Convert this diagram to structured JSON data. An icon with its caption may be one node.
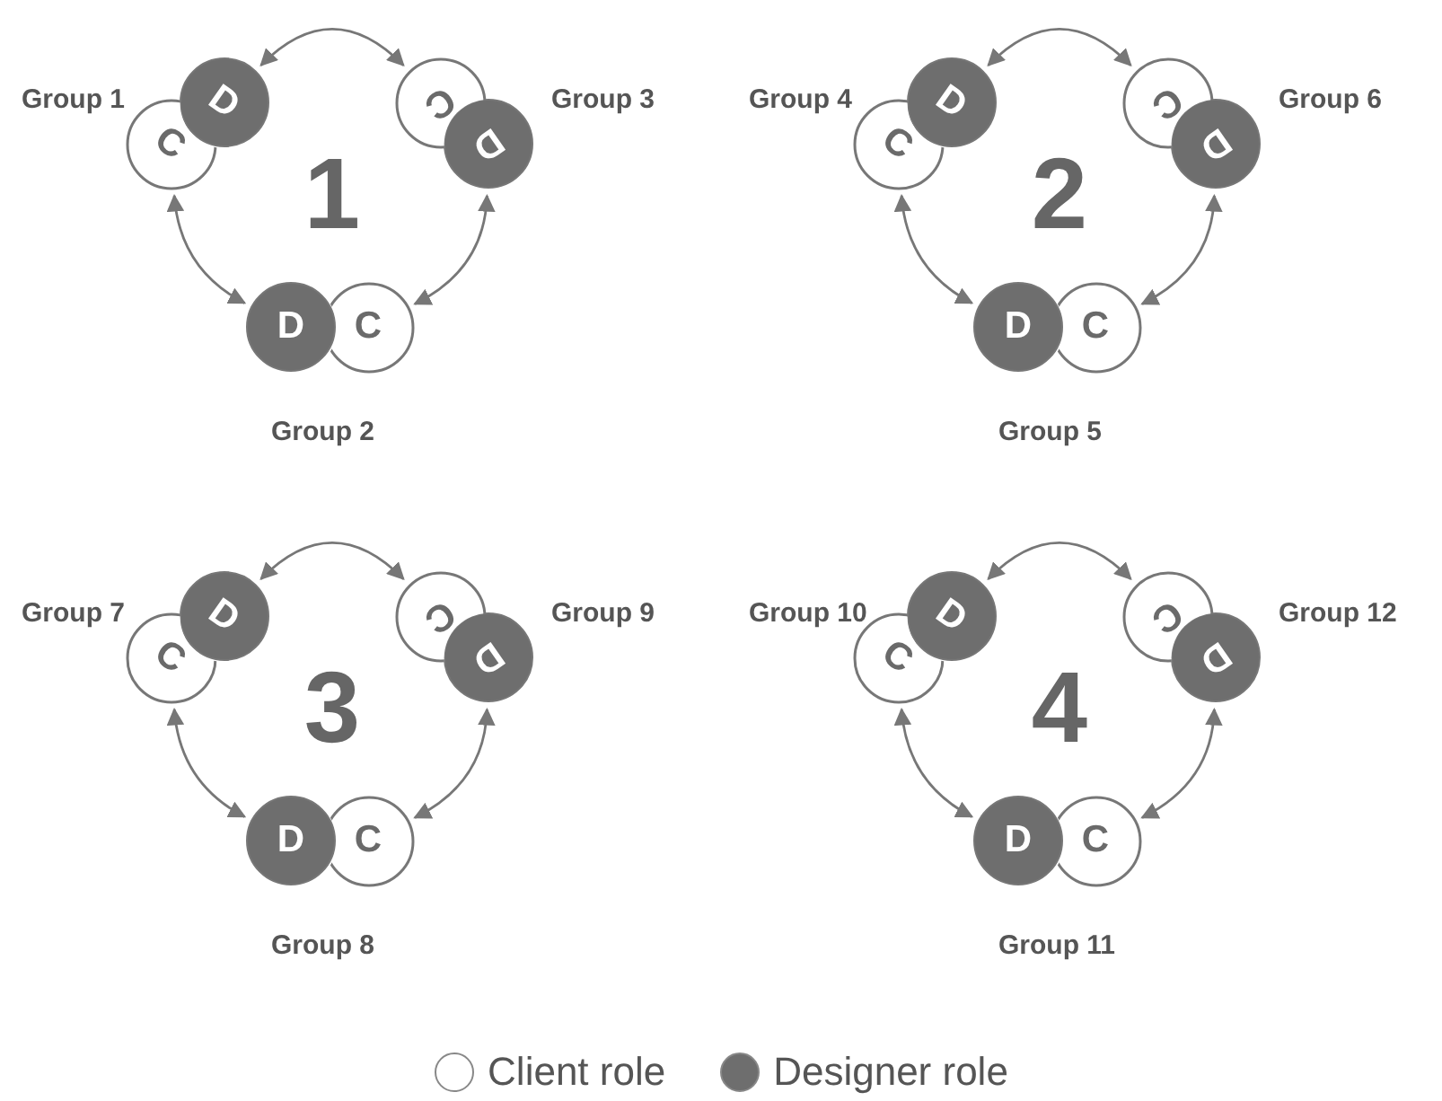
{
  "diagram": {
    "nodes": [
      {
        "text": [
          "D"
        ]
      },
      {
        "text": [
          "C"
        ],
        "beside": [
          "Group 1"
        ]
      },
      {
        "text": [
          "C"
        ]
      },
      {
        "text": [
          "D"
        ],
        "beside": [
          "Group 3"
        ]
      },
      {
        "text": [
          "D"
        ],
        "beside": [
          "Group 2"
        ]
      },
      {
        "text": [
          "C"
        ]
      },
      {
        "text": [
          "D"
        ]
      },
      {
        "text": [
          "C"
        ],
        "beside": [
          "Group 4"
        ]
      },
      {
        "text": [
          "C"
        ]
      },
      {
        "text": [
          "D"
        ],
        "beside": [
          "Group 6"
        ]
      },
      {
        "text": [
          "D"
        ],
        "beside": [
          "Group 5"
        ]
      },
      {
        "text": [
          "C"
        ]
      },
      {
        "text": [
          "D"
        ]
      },
      {
        "text": [
          "C"
        ],
        "beside": [
          "Group 7"
        ]
      },
      {
        "text": [
          "C"
        ]
      },
      {
        "text": [
          "D"
        ],
        "beside": [
          "Group 9"
        ]
      },
      {
        "text": [
          "D"
        ],
        "beside": [
          "Group 8"
        ]
      },
      {
        "text": [
          "C"
        ]
      },
      {
        "text": [
          "D"
        ]
      },
      {
        "text": [
          "C"
        ],
        "beside": [
          "Group 10"
        ]
      },
      {
        "text": [
          "C"
        ]
      },
      {
        "text": [
          "D"
        ],
        "beside": [
          "Group 12"
        ]
      },
      {
        "text": [
          "D"
        ],
        "beside": [
          "Group 11"
        ]
      },
      {
        "text": [
          "C"
        ]
      }
    ],
    "edges": [
      {
        "from": 0,
        "to": 2,
        "arrow": "both"
      },
      {
        "from": 1,
        "to": 4,
        "arrow": "both"
      },
      {
        "from": 3,
        "to": 5,
        "arrow": "both"
      },
      {
        "from": 6,
        "to": 8,
        "arrow": "both"
      },
      {
        "from": 7,
        "to": 10,
        "arrow": "both"
      },
      {
        "from": 9,
        "to": 11,
        "arrow": "both"
      },
      {
        "from": 12,
        "to": 14,
        "arrow": "both"
      },
      {
        "from": 13,
        "to": 16,
        "arrow": "both"
      },
      {
        "from": 15,
        "to": 17,
        "arrow": "both"
      },
      {
        "from": 18,
        "to": 20,
        "arrow": "both"
      },
      {
        "from": 19,
        "to": 22,
        "arrow": "both"
      },
      {
        "from": 21,
        "to": 23,
        "arrow": "both"
      }
    ],
    "labels": [
      "1",
      "2",
      "3",
      "4"
    ],
    "legend": [
      {
        "text": "Client role",
        "color": "#ffffff"
      },
      {
        "text": "Designer role",
        "color": "#6e6e6e"
      }
    ]
  }
}
